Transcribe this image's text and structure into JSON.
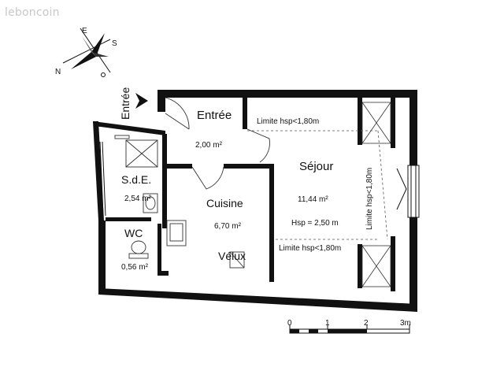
{
  "watermark": "leboncoin",
  "compass": {
    "north": "N",
    "east": "E",
    "south": "S"
  },
  "entrance_label": "Entrée",
  "rooms": {
    "entree": {
      "name": "Entrée",
      "area": "2,00 m²"
    },
    "sejour": {
      "name": "Séjour",
      "area": "11,44 m²",
      "height": "Hsp = 2,50 m"
    },
    "sde": {
      "name": "S.d.E.",
      "area": "2,54 m²"
    },
    "cuisine": {
      "name": "Cuisine",
      "area": "6,70 m²"
    },
    "wc": {
      "name": "WC",
      "area": "0,56 m²"
    }
  },
  "velux_label": "Vélux",
  "limits": {
    "top": "Limite hsp<1,80m",
    "bottom": "Limite hsp<1,80m",
    "right": "Limite hsp<1,80m"
  },
  "scale": {
    "ticks": [
      "0",
      "1",
      "2",
      "3m"
    ]
  },
  "colors": {
    "wall": "#111111",
    "background": "#ffffff",
    "watermark": "#c8c8c8"
  }
}
